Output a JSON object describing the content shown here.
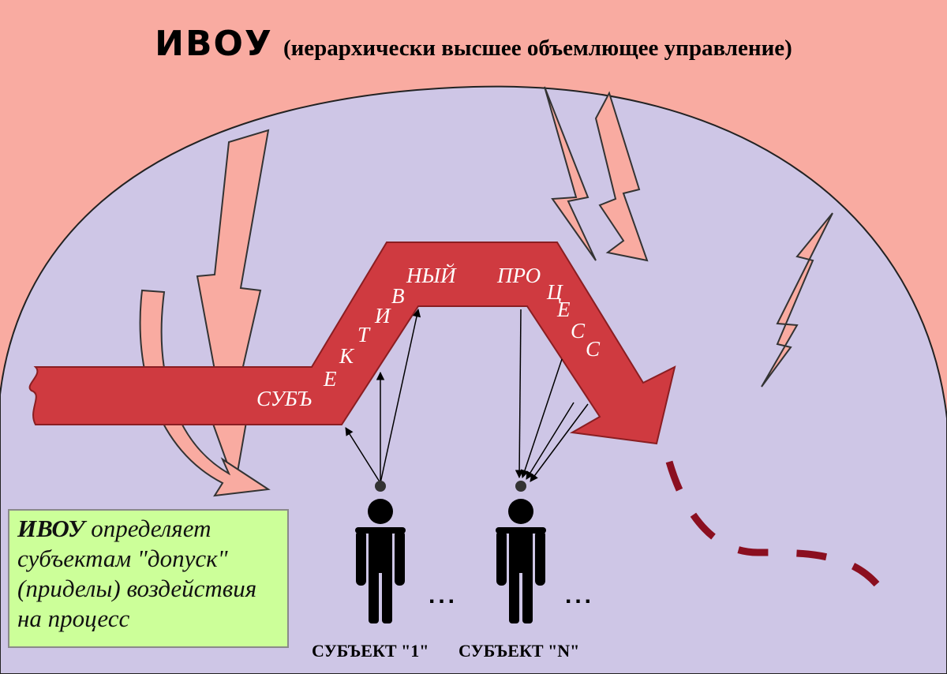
{
  "title": {
    "main": "ИВОУ",
    "subtitle": "(иерархически высшее объемлющее управление)"
  },
  "flow": {
    "label_letters": [
      "СУБЪ",
      "Е",
      "К",
      "Т",
      "И",
      "В",
      "НЫЙ",
      "ПРО",
      "Ц",
      "Е",
      "С",
      "С"
    ]
  },
  "info_box": {
    "bold_term": "ИВОУ",
    "line1_rest": " определяет",
    "line2": "субъектам \"допуск\"",
    "line3": "(приделы) воздействия",
    "line4": "на процесс"
  },
  "subjects": [
    {
      "label": "СУБЪЕКТ \"1\""
    },
    {
      "label": "СУБЪЕКТ \"N\""
    }
  ],
  "ellipsis": "...",
  "colors": {
    "sky": "#f9aba1",
    "dome": "#cec6e6",
    "flow_arrow": "#cf3a40",
    "lightning": "#f9aba1",
    "dashed_path": "#8b0f20",
    "info_box": "#ccff99"
  }
}
